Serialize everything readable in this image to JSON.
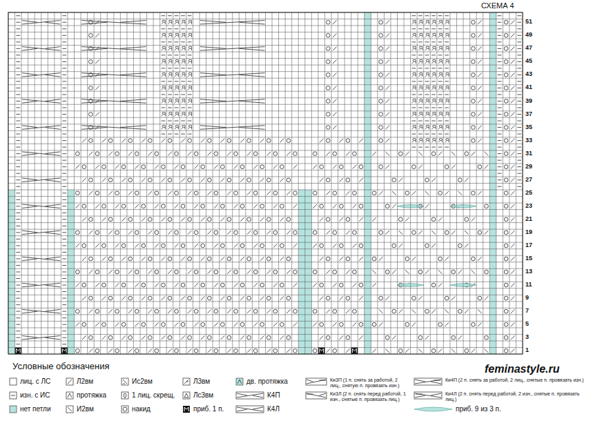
{
  "diagram": {
    "title": "СХЕМА 4",
    "labels": [
      "Условные обозначения",
      "feminastyle.ru",
      "51",
      "49",
      "47",
      "45",
      "43",
      "41",
      "39",
      "37",
      "35",
      "33",
      "31",
      "29",
      "27",
      "25",
      "23",
      "21",
      "19",
      "17",
      "15",
      "13",
      "11",
      "9",
      "7",
      "5",
      "3",
      "1"
    ],
    "legend": [
      {
        "text": "лиц. с ЛС"
      },
      {
        "text": "изн. с ИС"
      },
      {
        "text": "нет петли",
        "color": "#b5e3de"
      },
      {
        "text": "Л2вм"
      },
      {
        "text": "протяжка"
      },
      {
        "text": "И2вм"
      },
      {
        "text": "Ис2вм"
      },
      {
        "text": "1 лиц. скрещ."
      },
      {
        "text": "накид"
      },
      {
        "text": "Л3вм"
      },
      {
        "text": "Лс3вм"
      },
      {
        "text": "приб. 1 п."
      },
      {
        "text": "дв. протяжка"
      },
      {
        "text": "К4П"
      },
      {
        "text": "К4Л"
      },
      {
        "text": "Ки3П (1 п. снять за работой, 2 лиц., снятую п. провязать изн.)"
      },
      {
        "text": "Ки3Л (2 п. снять перед работой, 1 изн., снятые п. провязать лиц.)"
      },
      {
        "text": "Ки4П (2 п. снять за работой, 2 лиц., снятые п. провязать изн.)"
      },
      {
        "text": "Ки4Л (2 п. снять перед работой, 2 изн., снятые п. провязать лиц.)"
      },
      {
        "text": "приб. 9 из 3 п."
      }
    ]
  }
}
